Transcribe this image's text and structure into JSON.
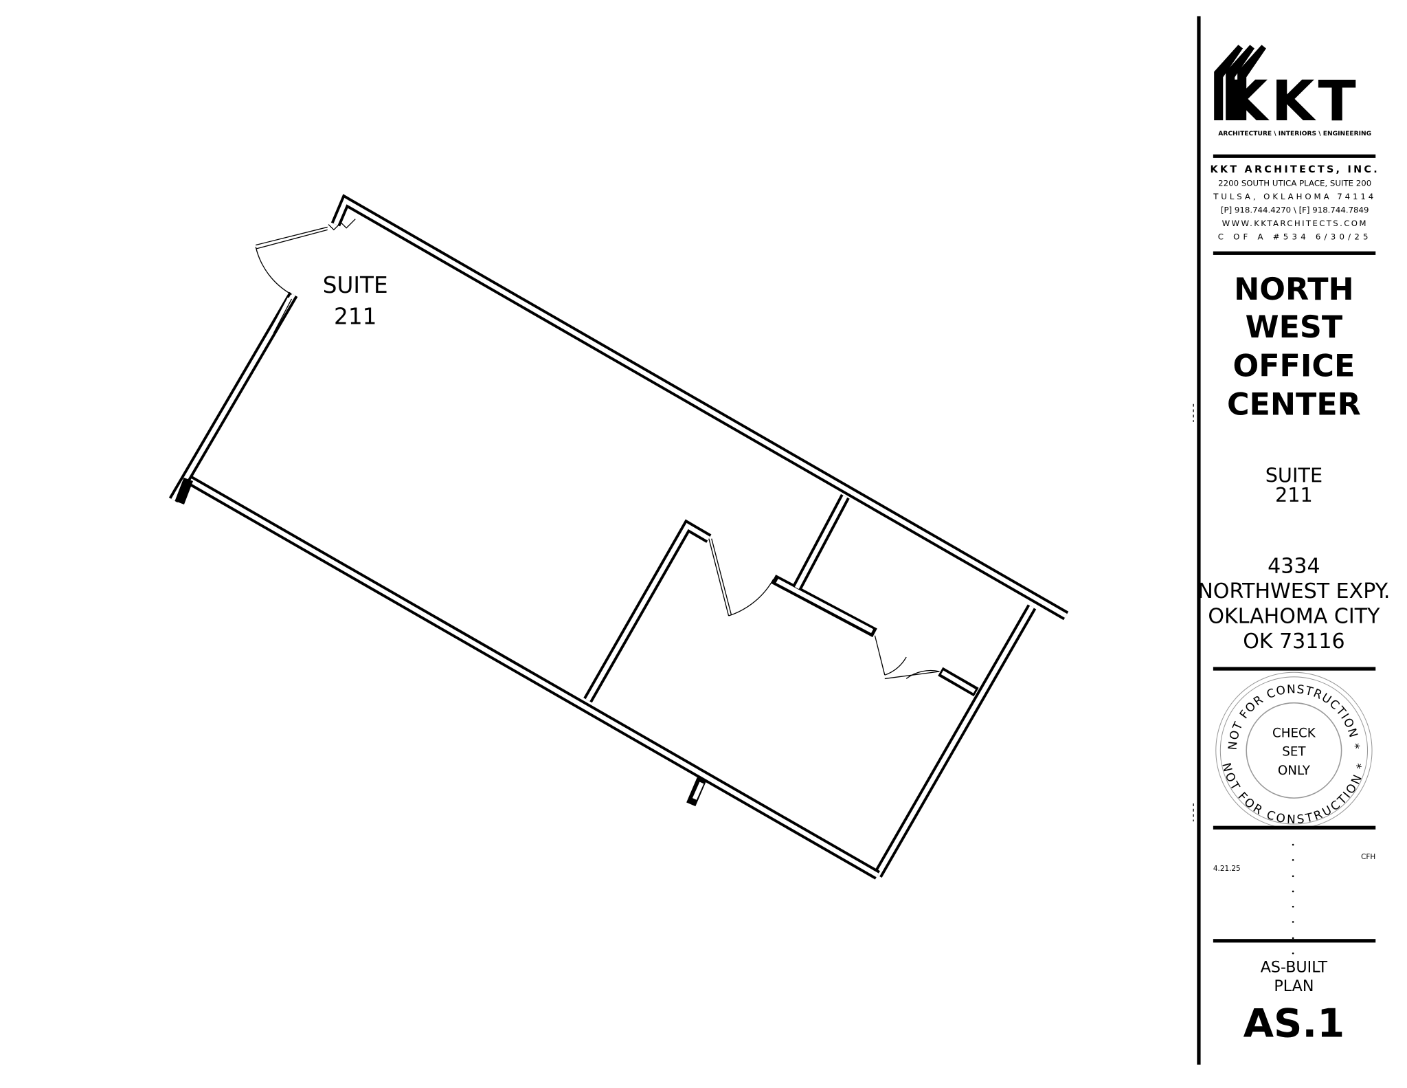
{
  "plan": {
    "room_label_line1": "SUITE",
    "room_label_line2": "211"
  },
  "title_block": {
    "logo_text": "KKT",
    "tagline": "ARCHITECTURE \\ INTERIORS \\ ENGINEERING",
    "firm_name": "KKT ARCHITECTS, INC.",
    "address_line1": "2200 SOUTH UTICA PLACE, SUITE 200",
    "address_line2": "TULSA, OKLAHOMA 74114",
    "phone_fax": "[P] 918.744.4270 \\ [F] 918.744.7849",
    "website": "WWW.KKTARCHITECTS.COM",
    "cert": "C OF A #534 6/30/25",
    "project_lines": [
      "NORTH",
      "WEST",
      "OFFICE",
      "CENTER"
    ],
    "suite_line1": "SUITE",
    "suite_line2": "211",
    "site_address": [
      "4334",
      "NORTHWEST EXPY.",
      "OKLAHOMA CITY",
      "OK 73116"
    ],
    "stamp": {
      "ring_top": "NOT FOR CONSTRUCTION *",
      "ring_bottom": "NOT FOR CONSTRUCTION *",
      "center": [
        "CHECK",
        "SET",
        "ONLY"
      ]
    },
    "date": "4.21.25",
    "drawn_by": "CFH",
    "sheet_title": [
      "AS-BUILT",
      "PLAN"
    ],
    "sheet_number": "AS.1"
  }
}
